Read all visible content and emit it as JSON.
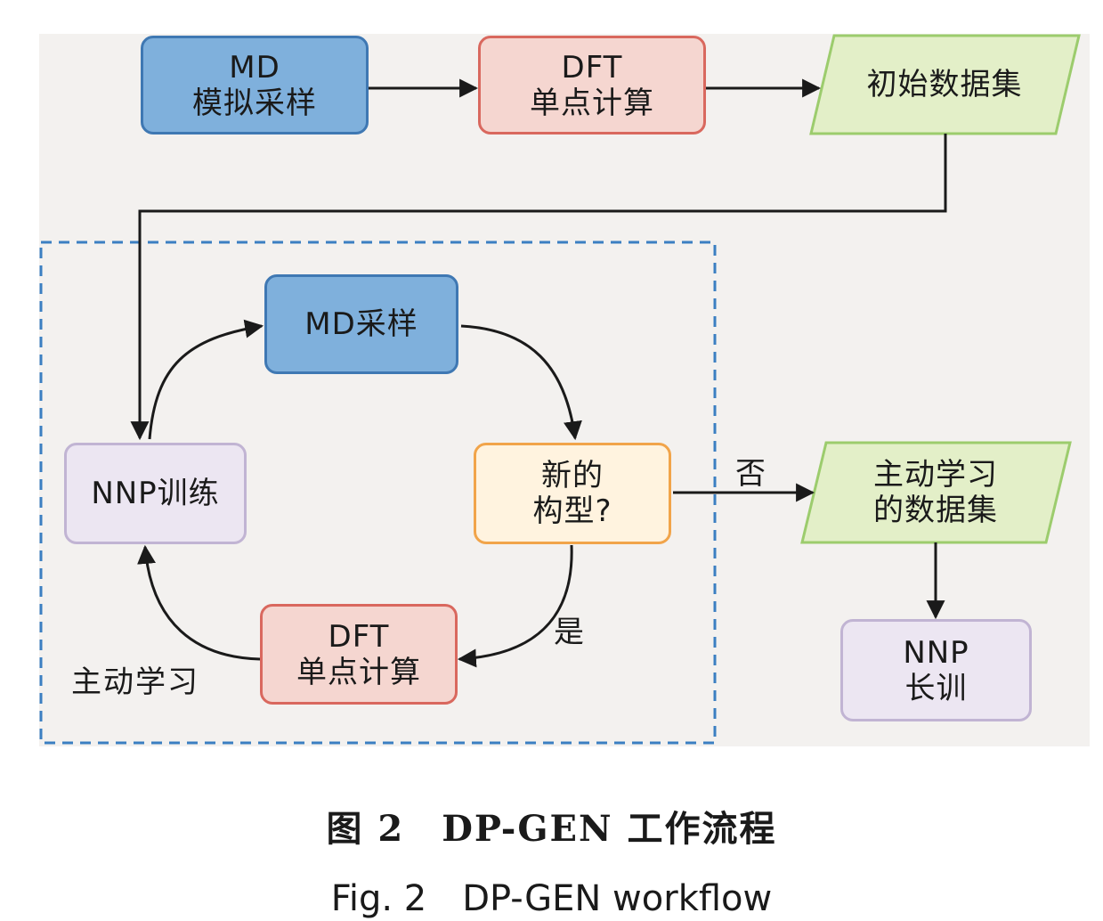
{
  "nodes": {
    "md_sampling": {
      "line1": "MD",
      "line2": "模拟采样"
    },
    "dft_single_point": {
      "line1": "DFT",
      "line2": "单点计算"
    },
    "initial_dataset": {
      "label": "初始数据集"
    },
    "md_sample_loop": {
      "label": "MD采样"
    },
    "nnp_training": {
      "label": "NNP训练"
    },
    "new_config": {
      "line1": "新的",
      "line2": "构型?"
    },
    "dft_loop": {
      "line1": "DFT",
      "line2": "单点计算"
    },
    "active_dataset": {
      "line1": "主动学习",
      "line2": "的数据集"
    },
    "nnp_long": {
      "line1": "NNP",
      "line2": "长训"
    }
  },
  "labels": {
    "no": "否",
    "yes": "是",
    "region": "主动学习"
  },
  "caption": {
    "cn": "图 2　DP-GEN 工作流程",
    "en": "Fig. 2　DP-GEN workflow"
  },
  "colors": {
    "process_blue": "#7fb0dc",
    "dft_red": "#f5d6d0",
    "decision_orange": "#fff3df",
    "nnp_lavender": "#ece6f2",
    "data_green": "#e3efc8",
    "region_dash": "#3b7fc2"
  }
}
